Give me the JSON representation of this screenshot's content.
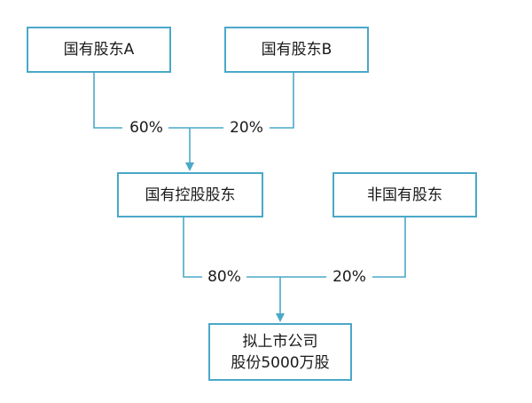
{
  "colors": {
    "border": "#4aa8c8",
    "line": "#4aa8c8",
    "text": "#1a1a1a"
  },
  "nodes": {
    "shareholder_a": "国有股东A",
    "shareholder_b": "国有股东B",
    "state_holding": "国有控股股东",
    "non_state": "非国有股东",
    "target_line1": "拟上市公司",
    "target_line2": "股份5000万股"
  },
  "edges": {
    "a_to_holding": "60%",
    "b_to_holding": "20%",
    "holding_to_target": "80%",
    "nonstate_to_target": "20%"
  }
}
